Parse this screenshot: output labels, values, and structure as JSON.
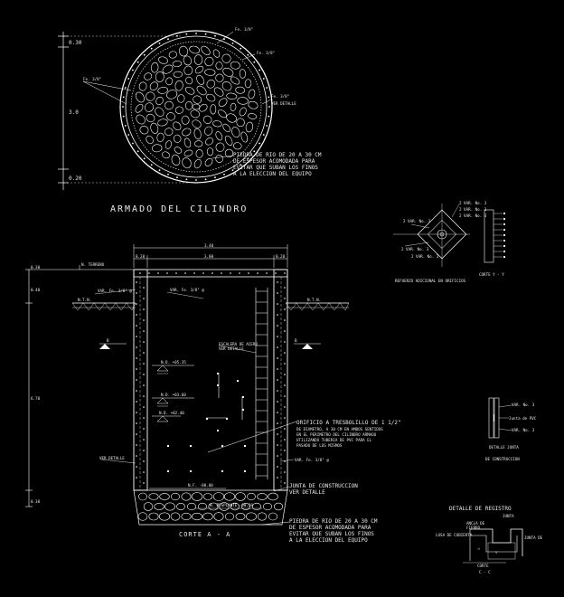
{
  "top": {
    "title": "ARMADO DEL CILINDRO",
    "dims": [
      "0.30",
      "3.0",
      "0.20"
    ],
    "labels": [
      "Fe. 3/8\"",
      "Fe. 3/8\"",
      "Fe. 3/8\"",
      "Fe. 3/8\"",
      "VER DETALLE"
    ],
    "note": [
      "PIEDRA DE RIO DE 20 A 30 CM",
      "DE ESPESOR ACOMODADA PARA",
      "EVITAR QUE SUBAN LOS FINOS",
      "A LA ELECCION DEL EQUIPO"
    ]
  },
  "section": {
    "dim_top": "3.40",
    "dim_inner": [
      "0.20",
      "3.00",
      "0.20"
    ],
    "left_dims": [
      "0.30",
      "0.40",
      "6.70",
      "0.30"
    ],
    "labels": {
      "level_top": "N. TERRENO",
      "level_left": "N.T.N.",
      "level_right": "N.T.N.",
      "cut_left": "B",
      "cut_right": "B",
      "rebar": "VAR. Fe. 3/8\" @",
      "rebar2": "VAR. Fe. 3/8\" @",
      "rebar3": "VAR. Fe. 3/8\" @",
      "ver_detalle": "VER DETALLE",
      "escalera": [
        "ESCALERA DE ACERO",
        "VER DETALLE"
      ],
      "nd1": "N.D. +05.35",
      "nd2": "N.D. +03.60",
      "nd3": "N.D. +02.40",
      "nf": "N.F. -00.00",
      "ndesplante": "N. DESPLANTE -00.20",
      "orificio": [
        "ORIFICIO A TRESBOLILLO DE 1 1/2\"",
        "DE DIAMETRO, A 30 CM EN AMBOS SENTIDOS",
        "EN EL PERIMETRO DEL CILINDRO ARMADO",
        "UTILIZANDO TUBERIA DE PVC PARA EL",
        "PASADO DE LOS MISMOS"
      ],
      "junta": [
        "JUNTA DE CONSTRUCCION",
        "VER DETALLE"
      ],
      "piedra": [
        "PIEDRA DE RIO DE 20 A 30 CM",
        "DE ESPESOR ACOMODADA PARA",
        "EVITAR QUE SUBAN LOS FINOS",
        "A LA ELECCION DEL EQUIPO"
      ],
      "title": "CORTE A - A"
    }
  },
  "detail_orificio": {
    "title": "REFUERZO ADICIONAL EN ORIFICIOS",
    "labels": [
      "2 VAR. No. 3",
      "2 VAR. No. 3",
      "2 VAR. No. 3",
      "2 VAR. No. 3",
      "2 VAR. No. 3",
      "2 VAR. No. 3"
    ],
    "cut": "CORTE Y - Y"
  },
  "detail_junta": {
    "labels": [
      "VAR. No. 3",
      "Junta de PVC",
      "VAR. No. 3"
    ],
    "title": "DETALLE JUNTA",
    "subtitle": "DE CONSTRUCCION"
  },
  "detail_registro": {
    "title": "DETALLE DE REGISTRO",
    "labels": [
      "JUNTA",
      "ANCLA DE",
      "FIERRO",
      "LOSA DE CUBIERTA",
      "JUNTA DE"
    ],
    "cut": "CORTE",
    "cut_sub": "C - C"
  }
}
